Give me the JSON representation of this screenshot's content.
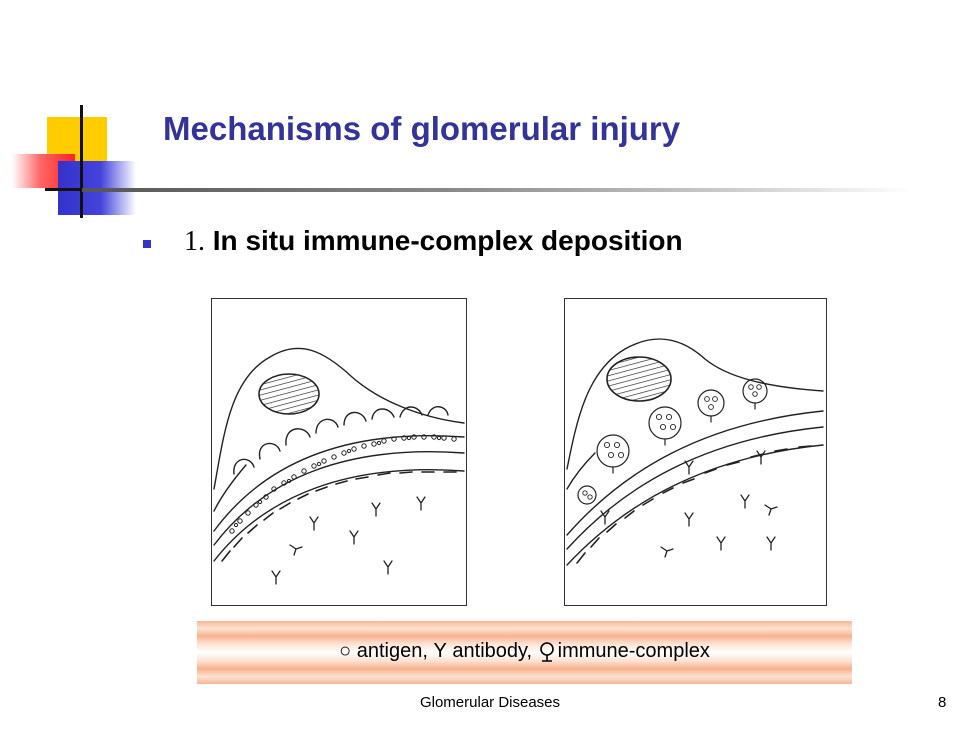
{
  "slide": {
    "title": "Mechanisms of glomerular injury",
    "bullet": {
      "number": "1.",
      "text": "In situ immune-complex deposition"
    },
    "legend": {
      "antigen_symbol": "○",
      "antigen_label": "antigen,",
      "antibody_symbol": "Y",
      "antibody_label": "antibody,",
      "immune_complex_icon": "immune-complex-icon",
      "immune_complex_label": "immune-complex"
    },
    "footer": "Glomerular Diseases",
    "page_number": "8"
  },
  "colors": {
    "title": "#333399",
    "bullet_marker": "#3333cc",
    "deco_yellow": "#ffcc00",
    "deco_red": "#ff2222",
    "deco_blue": "#3333cc",
    "legend_band": "#f6b694"
  }
}
